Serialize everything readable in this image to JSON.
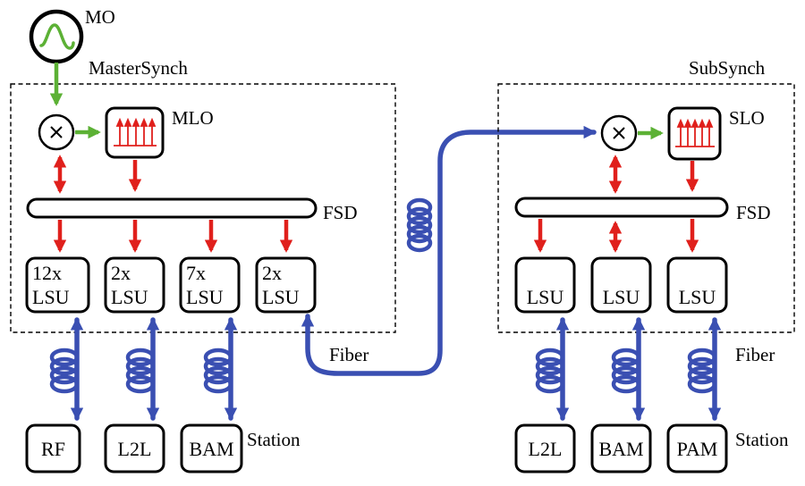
{
  "colors": {
    "rf": "#e0201c",
    "optical": "#5cb135",
    "fiber": "#3a4fb2",
    "line": "#000000"
  },
  "oscillator": {
    "label": "MO",
    "icon": "sine-wave-icon"
  },
  "master": {
    "title": "MasterSynch",
    "mixer_icon": "times-icon",
    "lo_label": "MLO",
    "lo_icon": "pulse-train-icon",
    "fsd_label": "FSD",
    "lsu_units": [
      {
        "count": "12x",
        "name": "LSU"
      },
      {
        "count": "2x",
        "name": "LSU"
      },
      {
        "count": "7x",
        "name": "LSU"
      },
      {
        "count": "2x",
        "name": "LSU"
      }
    ],
    "stations": [
      "RF",
      "L2L",
      "BAM"
    ],
    "fiber_label": "Fiber",
    "station_label": "Station"
  },
  "sub": {
    "title": "SubSynch",
    "mixer_icon": "times-icon",
    "lo_label": "SLO",
    "lo_icon": "pulse-train-icon",
    "fsd_label": "FSD",
    "lsu_units": [
      "LSU",
      "LSU",
      "LSU"
    ],
    "stations": [
      "L2L",
      "BAM",
      "PAM"
    ],
    "fiber_label": "Fiber",
    "station_label": "Station"
  }
}
